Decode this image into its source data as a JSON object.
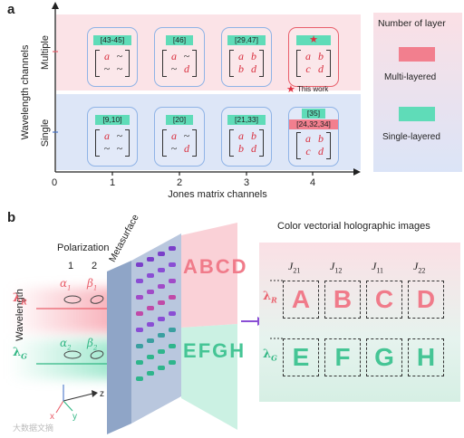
{
  "panel_a": {
    "label": "a",
    "y_axis_title": "Wavelength channels",
    "x_axis_title": "Jones matrix channels",
    "rows": {
      "multiple": "Multiple",
      "single": "Single"
    },
    "x_ticks": [
      "0",
      "1",
      "2",
      "3",
      "4"
    ],
    "this_work": "This work",
    "multiple_cells": [
      {
        "tag": "[43-45]",
        "m": [
          "a",
          "~",
          "~",
          "~"
        ]
      },
      {
        "tag": "[46]",
        "m": [
          "a",
          "~",
          "~",
          "d"
        ]
      },
      {
        "tag": "[29,47]",
        "m": [
          "a",
          "b",
          "b",
          "d"
        ]
      },
      {
        "tag": "★",
        "m": [
          "a",
          "b",
          "c",
          "d"
        ]
      }
    ],
    "single_cells": [
      {
        "tag": "[9,10]",
        "m": [
          "a",
          "~",
          "~",
          "~"
        ]
      },
      {
        "tag": "[20]",
        "m": [
          "a",
          "~",
          "~",
          "d"
        ]
      },
      {
        "tag": "[21,33]",
        "m": [
          "a",
          "b",
          "b",
          "d"
        ]
      },
      {
        "tag": "[35]",
        "tag2": "[24,32,34]",
        "m": [
          "a",
          "b",
          "c",
          "d"
        ]
      }
    ],
    "legend": {
      "title": "Number of layer",
      "multi": "Multi-layered",
      "single": "Single-layered"
    },
    "colors": {
      "multi": "#f27f8e",
      "single": "#5fdcb8",
      "multi_bg": "#fbe3e7",
      "single_bg": "#dde6f7"
    }
  },
  "panel_b": {
    "label": "b",
    "polarization": "Polarization",
    "pol_1": "1",
    "pol_2": "2",
    "wavelength": "Wavelength",
    "metasurface": "Metasurface",
    "alpha_r": "α",
    "beta_r": "β",
    "alpha_g": "α",
    "beta_g": "β",
    "lambda_r": "λ",
    "lambda_g": "λ",
    "sub_r": "R",
    "sub_g": "G",
    "holo_letters_red": [
      "A",
      "B",
      "C",
      "D"
    ],
    "holo_letters_green": [
      "E",
      "F",
      "G",
      "H"
    ],
    "axes": {
      "x": "x",
      "y": "y",
      "z": "z"
    },
    "right_title": "Color vectorial holographic images",
    "j_labels": [
      {
        "J": "J",
        "sub": "21"
      },
      {
        "J": "J",
        "sub": "12"
      },
      {
        "J": "J",
        "sub": "11"
      },
      {
        "J": "J",
        "sub": "22"
      }
    ],
    "images_red": [
      "A",
      "B",
      "C",
      "D"
    ],
    "images_green": [
      "E",
      "F",
      "G",
      "H"
    ]
  },
  "watermark": "大数据文摘"
}
